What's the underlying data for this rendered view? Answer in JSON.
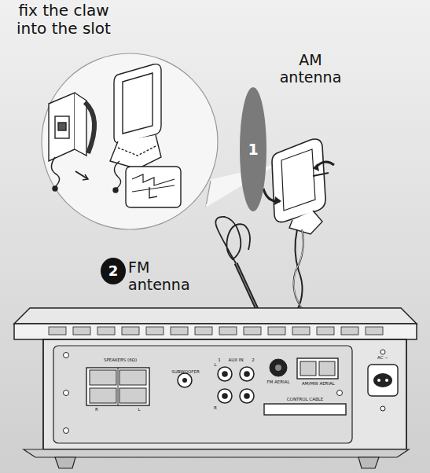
{
  "diagram": {
    "labels": [
      "fix the claw into the slot",
      "1",
      "AM antenna",
      "2",
      "FM antenna",
      "SPEAKERS (6Ω)",
      "R",
      "L",
      "SUBWOOFER",
      "L",
      "AUX IN",
      "1",
      "2",
      "R",
      "FM AERIAL",
      "AM/MW AERIAL",
      "CONTROL CABLE",
      "AC ~"
    ]
  }
}
